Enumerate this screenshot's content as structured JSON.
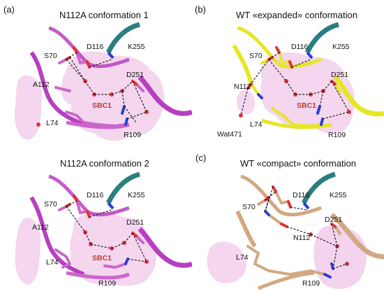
{
  "panels": {
    "tl": {
      "label": "(a)",
      "title": "N112A conformation 1",
      "residues": [
        "S70",
        "D116",
        "K255",
        "D251",
        "A112",
        "L74",
        "R109"
      ],
      "site": "SBC1"
    },
    "tr": {
      "label": "(b)",
      "title": "WT «expanded» conformation",
      "residues": [
        "S70",
        "D116",
        "K255",
        "D251",
        "N112",
        "L74",
        "R109",
        "Wat471"
      ],
      "site": "SBC1"
    },
    "bl": {
      "title": "N112A conformation 2",
      "residues": [
        "S70",
        "D116",
        "K255",
        "D251",
        "A112",
        "L74",
        "R109"
      ],
      "site": "SBC1"
    },
    "br": {
      "label": "(c)",
      "title": "WT «compact» conformation",
      "residues": [
        "S70",
        "D116",
        "K255",
        "D251",
        "N112",
        "L74",
        "R109"
      ]
    }
  },
  "colors": {
    "pink_carbon": "#cc66cc",
    "magenta_ribbon": "#b83fbf",
    "yellow_carbon": "#e6e626",
    "wheat_carbon": "#d2a882",
    "teal": "#2a7f7f",
    "oxygen": "#e53030",
    "nitrogen": "#2b3fd8",
    "surface": "#f0c8e8",
    "sbc_label": "#c0392b"
  }
}
